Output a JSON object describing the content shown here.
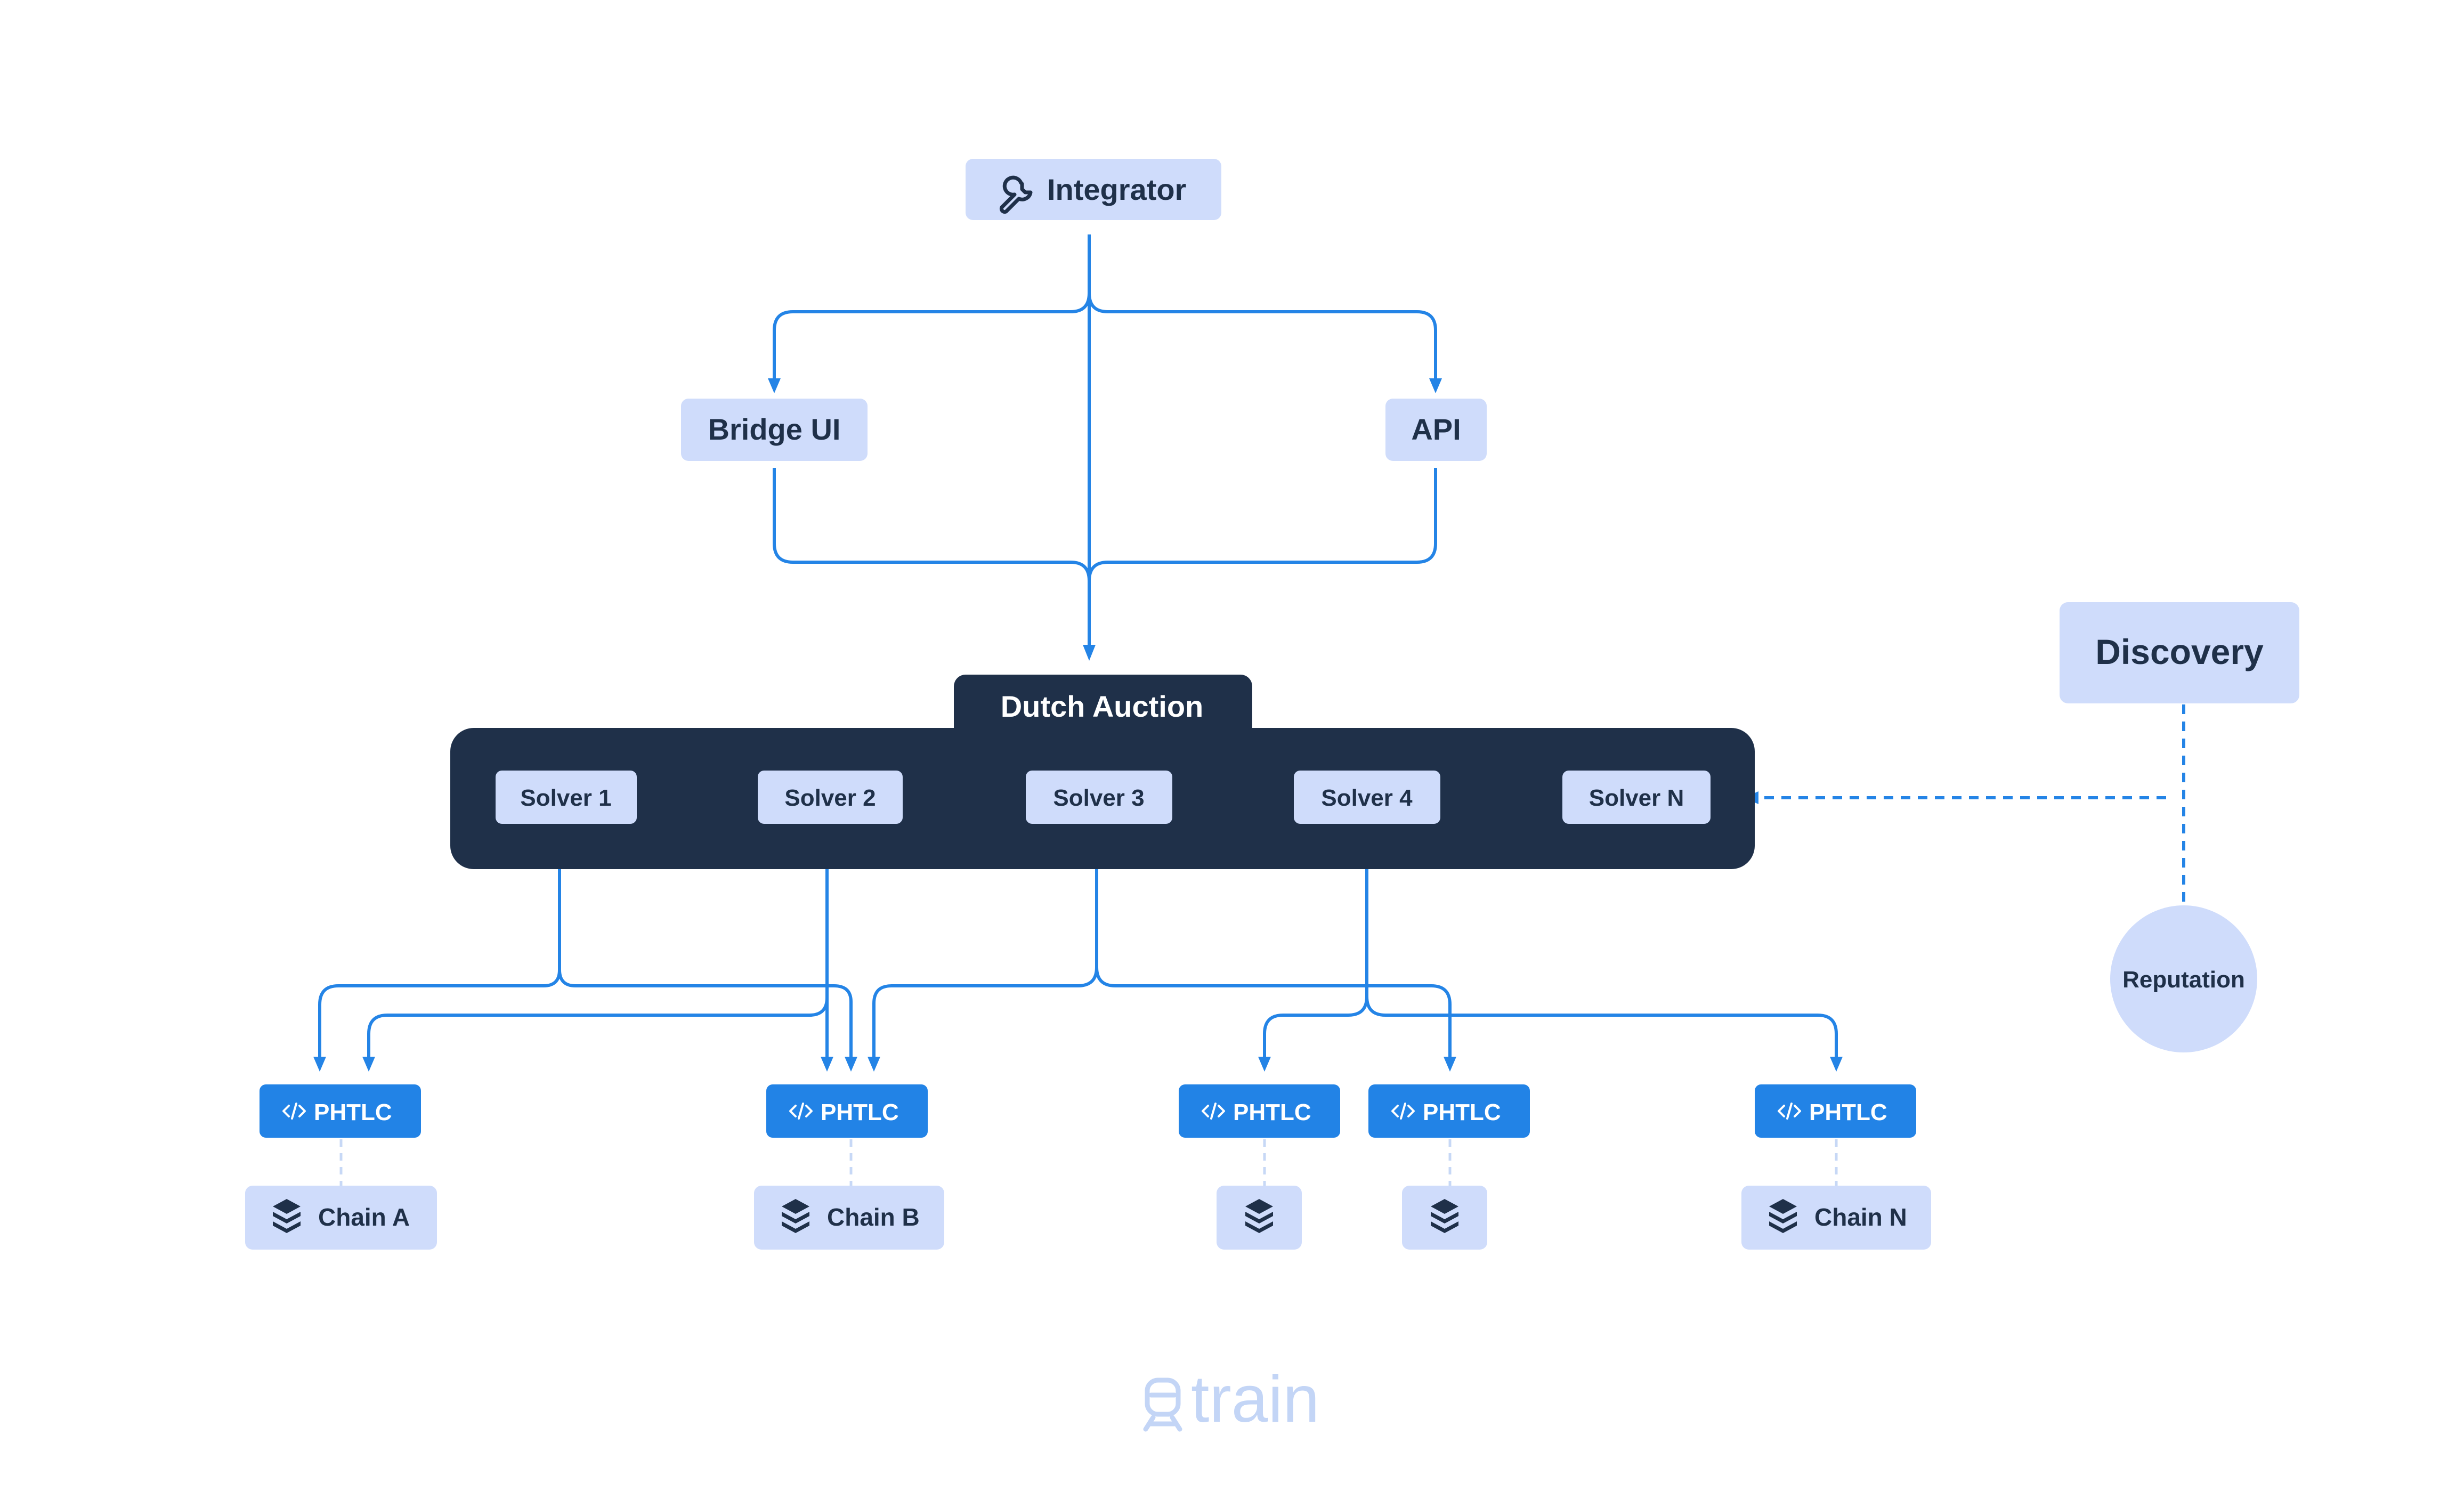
{
  "integrator": {
    "label": "Integrator",
    "icon": "wrench-icon"
  },
  "bridge_ui": {
    "label": "Bridge UI"
  },
  "api": {
    "label": "API"
  },
  "auction": {
    "label": "Dutch Auction",
    "solvers": [
      "Solver 1",
      "Solver 2",
      "Solver 3",
      "Solver 4",
      "Solver N"
    ]
  },
  "discovery": {
    "label": "Discovery"
  },
  "reputation": {
    "label": "Reputation"
  },
  "phtlc": {
    "label": "PHTLC",
    "icon": "code-icon",
    "count": 5
  },
  "chains": [
    {
      "label": "Chain A",
      "icon": "layers-icon"
    },
    {
      "label": "Chain B",
      "icon": "layers-icon"
    },
    {
      "label": "",
      "icon": "layers-icon"
    },
    {
      "label": "",
      "icon": "layers-icon"
    },
    {
      "label": "Chain N",
      "icon": "layers-icon"
    }
  ],
  "brand": {
    "name": "train",
    "icon": "train-icon"
  },
  "colors": {
    "node_light": "#cfdcfb",
    "node_blue": "#2283e6",
    "auction_dark": "#1f3049",
    "connector": "#2484e6",
    "logo": "#c3d5f6"
  }
}
